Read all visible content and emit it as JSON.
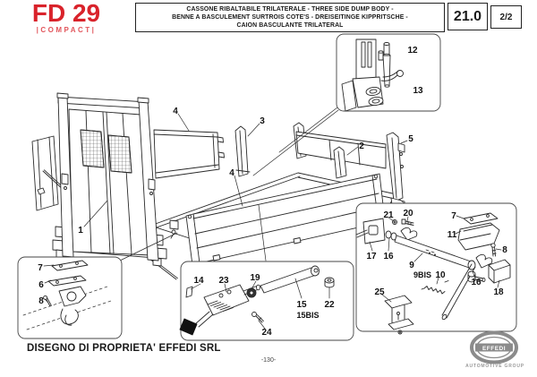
{
  "header": {
    "model": "FD 29",
    "model_sub": "|COMPACT|",
    "title_lines": [
      "CASSONE RIBALTABILE TRILATERALE - THREE SIDE DUMP BODY -",
      "BENNE A BASCULEMENT SURTROIS COTE'S - DREISEITINGE KIPPRITSCHE -",
      "CAION BASCULANTE TRILATERAL"
    ],
    "section_number": "21.0",
    "page_ref": "2/2",
    "accent_color": "#d9232b"
  },
  "diagram": {
    "description": "Exploded parts view of three side dump body with detail insets",
    "callouts": [
      {
        "n": "4"
      },
      {
        "n": "3"
      },
      {
        "n": "2"
      },
      {
        "n": "5"
      },
      {
        "n": "4"
      },
      {
        "n": "1"
      },
      {
        "n": "12"
      },
      {
        "n": "13"
      },
      {
        "n": "7"
      },
      {
        "n": "6"
      },
      {
        "n": "8"
      },
      {
        "n": "14"
      },
      {
        "n": "23"
      },
      {
        "n": "19"
      },
      {
        "n": "15"
      },
      {
        "n": "15BIS"
      },
      {
        "n": "22"
      },
      {
        "n": "24"
      },
      {
        "n": "21"
      },
      {
        "n": "20"
      },
      {
        "n": "7"
      },
      {
        "n": "11"
      },
      {
        "n": "17"
      },
      {
        "n": "16"
      },
      {
        "n": "9"
      },
      {
        "n": "9BIS"
      },
      {
        "n": "10"
      },
      {
        "n": "8"
      },
      {
        "n": "16"
      },
      {
        "n": "18"
      },
      {
        "n": "25"
      }
    ]
  },
  "footer": {
    "property_notice": "DISEGNO DI PROPRIETA' EFFEDI SRL",
    "page_number": "-130-",
    "logo_text": "EFFEDI",
    "logo_subtext": "AUTOMOTIVE GROUP",
    "logo_color": "#8b8b8b"
  }
}
